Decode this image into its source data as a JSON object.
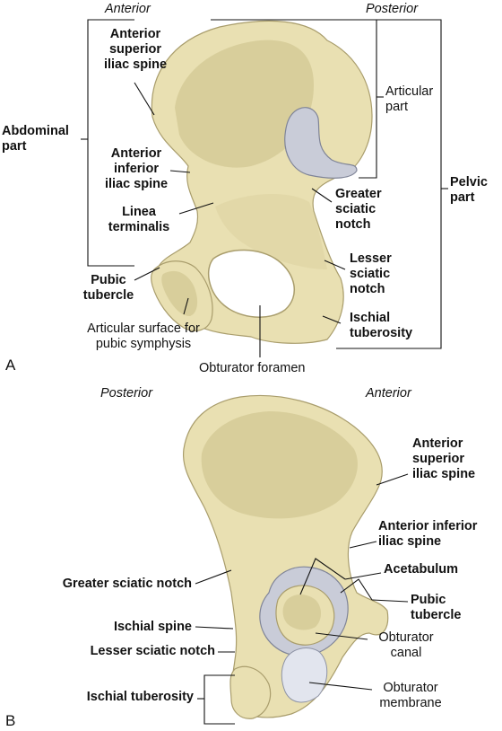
{
  "panel_a": {
    "letter": "A",
    "direction_left": "Anterior",
    "direction_right": "Posterior",
    "labels": {
      "asis_1": "Anterior",
      "asis_2": "superior",
      "asis_3": "iliac spine",
      "abdominal_1": "Abdominal",
      "abdominal_2": "part",
      "aiis_1": "Anterior",
      "aiis_2": "inferior",
      "aiis_3": "iliac spine",
      "linea_1": "Linea",
      "linea_2": "terminalis",
      "pubic_1": "Pubic",
      "pubic_2": "tubercle",
      "artsurf_1": "Articular surface for",
      "artsurf_2": "pubic symphysis",
      "obturator": "Obturator foramen",
      "articular_1": "Articular",
      "articular_2": "part",
      "pelvic_1": "Pelvic",
      "pelvic_2": "part",
      "greater_1": "Greater",
      "greater_2": "sciatic",
      "greater_3": "notch",
      "lesser_1": "Lesser",
      "lesser_2": "sciatic",
      "lesser_3": "notch",
      "ischial_1": "Ischial",
      "ischial_2": "tuberosity"
    }
  },
  "panel_b": {
    "letter": "B",
    "direction_left": "Posterior",
    "direction_right": "Anterior",
    "labels": {
      "asis_1": "Anterior",
      "asis_2": "superior",
      "asis_3": "iliac spine",
      "aiis_1": "Anterior inferior",
      "aiis_2": "iliac spine",
      "acetabulum": "Acetabulum",
      "pubic_1": "Pubic",
      "pubic_2": "tubercle",
      "obt_canal_1": "Obturator",
      "obt_canal_2": "canal",
      "obt_memb_1": "Obturator",
      "obt_memb_2": "membrane",
      "greater": "Greater sciatic notch",
      "ischial_spine": "Ischial spine",
      "lesser": "Lesser sciatic notch",
      "ischial_tub": "Ischial tuberosity"
    }
  },
  "colors": {
    "bone": "#e9e0b2",
    "cartilage": "#c9ccd8",
    "text": "#111111"
  }
}
